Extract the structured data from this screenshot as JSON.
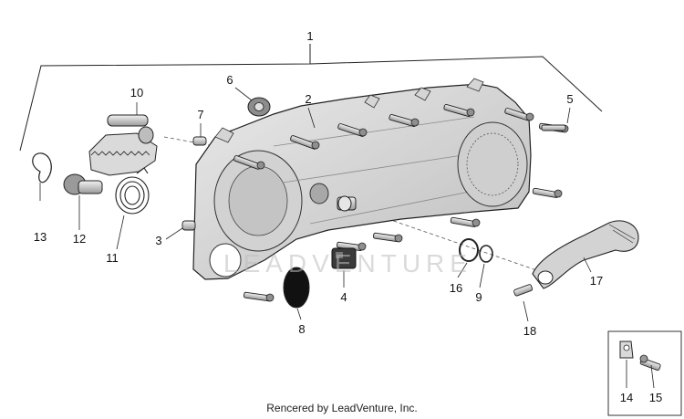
{
  "callouts": {
    "c1": "1",
    "c2": "2",
    "c3": "3",
    "c4": "4",
    "c5": "5",
    "c6": "6",
    "c7": "7",
    "c8": "8",
    "c9": "9",
    "c10": "10",
    "c11": "11",
    "c12": "12",
    "c13": "13",
    "c14": "14",
    "c15": "15",
    "c16": "16",
    "c17": "17",
    "c18": "18"
  },
  "watermark": "LEADVENTURE",
  "footer": "Rencered by LeadVenture, Inc."
}
